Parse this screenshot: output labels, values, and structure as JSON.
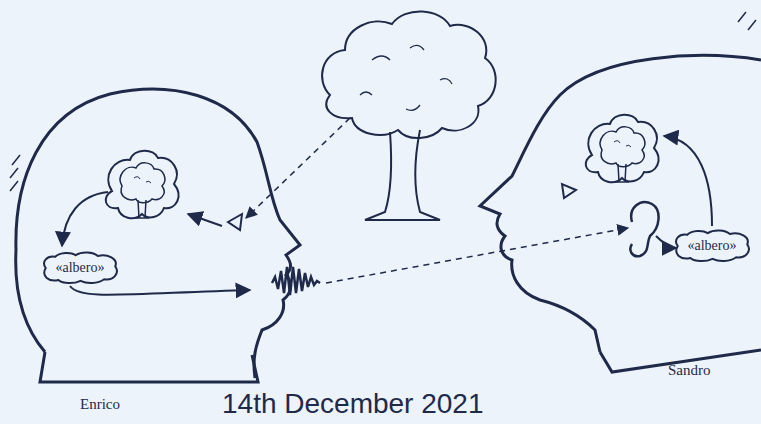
{
  "diagram": {
    "nodes": [
      {
        "text": [
          "«albero»"
        ]
      },
      {
        "text": [
          "«albero»"
        ]
      }
    ],
    "labels": [
      "Enrico",
      "Sandro",
      "14th December 2021"
    ]
  }
}
